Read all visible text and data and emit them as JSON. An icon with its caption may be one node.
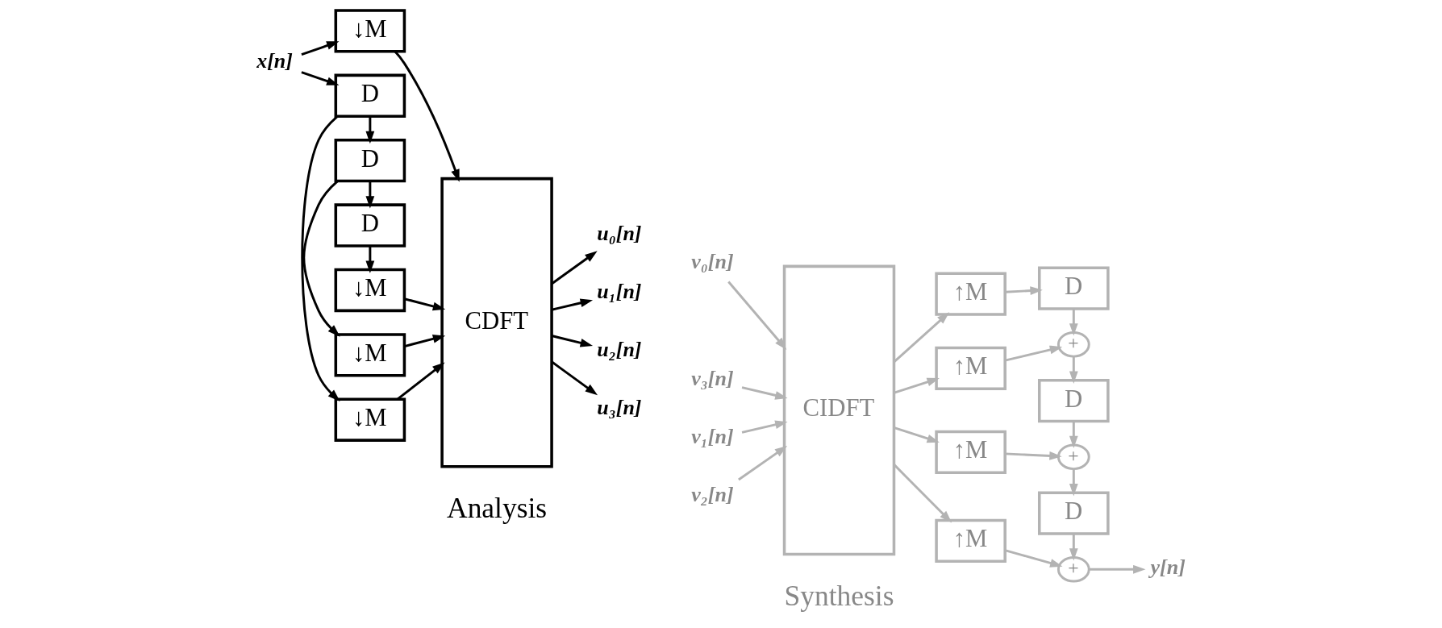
{
  "diagram": {
    "nodes": [
      {
        "text": [
          "x[n]"
        ]
      },
      {
        "text": [
          "↓M"
        ]
      },
      {
        "text": [
          "D"
        ]
      },
      {
        "text": [
          "↓M"
        ]
      },
      {
        "text": [
          "D"
        ]
      },
      {
        "text": [
          "↓M"
        ]
      },
      {
        "text": [
          "D"
        ]
      },
      {
        "text": [
          "↓M"
        ]
      },
      {
        "text": [
          "CDFT"
        ]
      },
      {
        "text": [
          "u₀[n]"
        ]
      },
      {
        "text": [
          "u₁[n]"
        ]
      },
      {
        "text": [
          "u₂[n]"
        ]
      },
      {
        "text": [
          "u₃[n]"
        ]
      },
      {
        "text": [
          "v₀[n]"
        ]
      },
      {
        "text": [
          "v₁[n]"
        ]
      },
      {
        "text": [
          "v₂[n]"
        ]
      },
      {
        "text": [
          "v₃[n]"
        ]
      },
      {
        "text": [
          "CIDFT"
        ]
      },
      {
        "text": [
          "↑M"
        ]
      },
      {
        "text": [
          "↑M"
        ]
      },
      {
        "text": [
          "↑M"
        ]
      },
      {
        "text": [
          "↑M"
        ]
      },
      {
        "text": [
          "D"
        ]
      },
      {
        "text": [
          "+"
        ]
      },
      {
        "text": [
          "D"
        ]
      },
      {
        "text": [
          "+"
        ]
      },
      {
        "text": [
          "D"
        ]
      },
      {
        "text": [
          "+"
        ]
      },
      {
        "text": [
          "y[n]"
        ]
      }
    ],
    "edges": [
      {
        "from": 0,
        "to": 1,
        "arrow": "to",
        "color": "#000000"
      },
      {
        "from": 0,
        "to": 2,
        "arrow": "to",
        "color": "#000000"
      },
      {
        "from": 2,
        "to": 3,
        "arrow": "to",
        "color": "#000000"
      },
      {
        "from": 2,
        "to": 4,
        "arrow": "to",
        "color": "#000000"
      },
      {
        "from": 4,
        "to": 5,
        "arrow": "to",
        "color": "#000000"
      },
      {
        "from": 4,
        "to": 6,
        "arrow": "to",
        "color": "#000000"
      },
      {
        "from": 6,
        "to": 7,
        "arrow": "to",
        "color": "#000000"
      },
      {
        "from": 1,
        "to": 8,
        "arrow": "to",
        "color": "#000000"
      },
      {
        "from": 3,
        "to": 8,
        "arrow": "to",
        "color": "#000000"
      },
      {
        "from": 5,
        "to": 8,
        "arrow": "to",
        "color": "#000000"
      },
      {
        "from": 7,
        "to": 8,
        "arrow": "to",
        "color": "#000000"
      },
      {
        "from": 8,
        "to": 9,
        "arrow": "to",
        "color": "#000000"
      },
      {
        "from": 8,
        "to": 10,
        "arrow": "to",
        "color": "#000000"
      },
      {
        "from": 8,
        "to": 11,
        "arrow": "to",
        "color": "#000000"
      },
      {
        "from": 8,
        "to": 12,
        "arrow": "to",
        "color": "#000000"
      },
      {
        "from": 13,
        "to": 17,
        "arrow": "to"
      },
      {
        "from": 14,
        "to": 17,
        "arrow": "to"
      },
      {
        "from": 15,
        "to": 17,
        "arrow": "to"
      },
      {
        "from": 16,
        "to": 17,
        "arrow": "to"
      },
      {
        "from": 17,
        "to": 18,
        "arrow": "to"
      },
      {
        "from": 17,
        "to": 19,
        "arrow": "to"
      },
      {
        "from": 17,
        "to": 20,
        "arrow": "to"
      },
      {
        "from": 17,
        "to": 21,
        "arrow": "to"
      },
      {
        "from": 18,
        "to": 22,
        "arrow": "to"
      },
      {
        "from": 22,
        "to": 23,
        "arrow": "to"
      },
      {
        "from": 19,
        "to": 23,
        "arrow": "to"
      },
      {
        "from": 23,
        "to": 24,
        "arrow": "to"
      },
      {
        "from": 24,
        "to": 25,
        "arrow": "to"
      },
      {
        "from": 20,
        "to": 25,
        "arrow": "to"
      },
      {
        "from": 25,
        "to": 26,
        "arrow": "to"
      },
      {
        "from": 26,
        "to": 27,
        "arrow": "to"
      },
      {
        "from": 21,
        "to": 27,
        "arrow": "to"
      },
      {
        "from": 27,
        "to": 28,
        "arrow": "to"
      }
    ],
    "labels": [
      "Analysis",
      "Synthesis"
    ]
  }
}
